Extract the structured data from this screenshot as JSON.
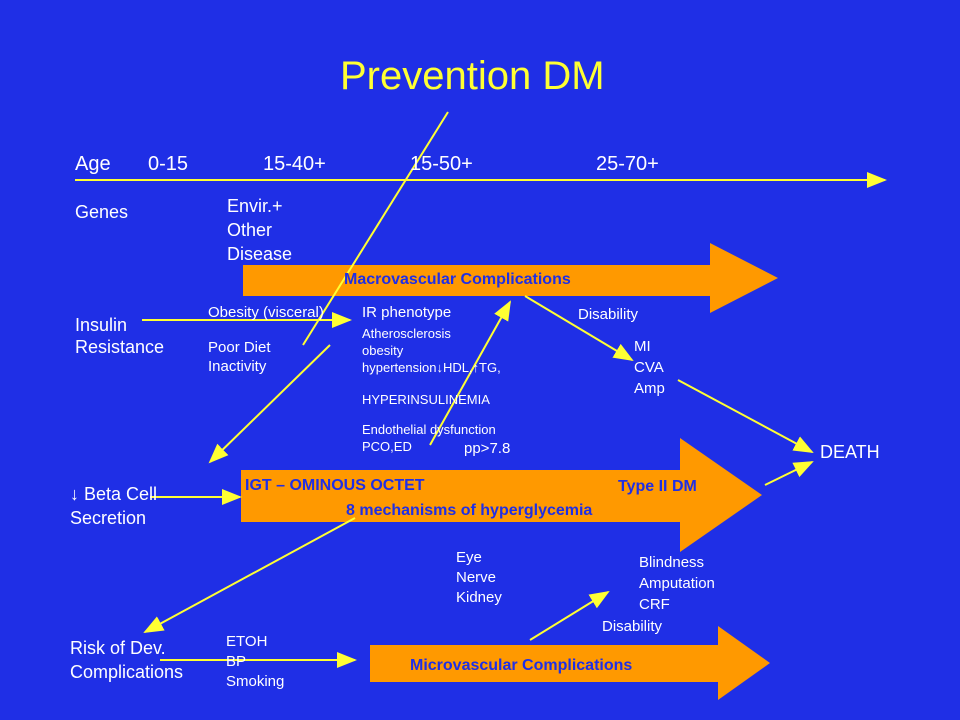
{
  "colors": {
    "background": "#1f2fe6",
    "title": "#ffff33",
    "arrow": "#ff9900",
    "line": "#ffff33"
  },
  "title": "Prevention DM",
  "age_row": {
    "age": "Age",
    "a1": "0-15",
    "a2": "15-40+",
    "a3": "15-50+",
    "a4": "25-70+"
  },
  "genes": "Genes",
  "envir": [
    "Envir.+",
    "Other",
    "Disease"
  ],
  "macro_label": "Macrovascular Complications",
  "insulin": [
    "Insulin",
    "Resistance"
  ],
  "obesity": "Obesity (visceral)",
  "poor_diet": [
    "Poor Diet",
    "Inactivity"
  ],
  "ir_phenotype": "IR phenotype",
  "ir_details": [
    "Atherosclerosis",
    "obesity",
    "hypertension↓HDL,↑TG,"
  ],
  "hyperinsulinemia": "HYPERINSULINEMIA",
  "endothelial": [
    "Endothelial dysfunction",
    "PCO,ED"
  ],
  "pp": "pp>7.8",
  "disability_top": "Disability",
  "mi_cva_amp": [
    "MI",
    "CVA",
    "Amp"
  ],
  "death": "DEATH",
  "beta_cell": [
    "↓ Beta Cell",
    "Secretion"
  ],
  "igt": "IGT",
  "ominous": " – OMINOUS OCTET",
  "type2": "Type II DM",
  "mechanisms": "8 mechanisms of hyperglycemia",
  "eye_nerve_kidney": [
    "Eye",
    "Nerve",
    "Kidney"
  ],
  "blindness": [
    "Blindness",
    "Amputation",
    "CRF"
  ],
  "disability_bottom": "Disability",
  "risk": [
    "Risk of Dev.",
    "Complications"
  ],
  "etoh": [
    "ETOH",
    "BP",
    "Smoking"
  ],
  "micro_label": "Microvascular Complications"
}
